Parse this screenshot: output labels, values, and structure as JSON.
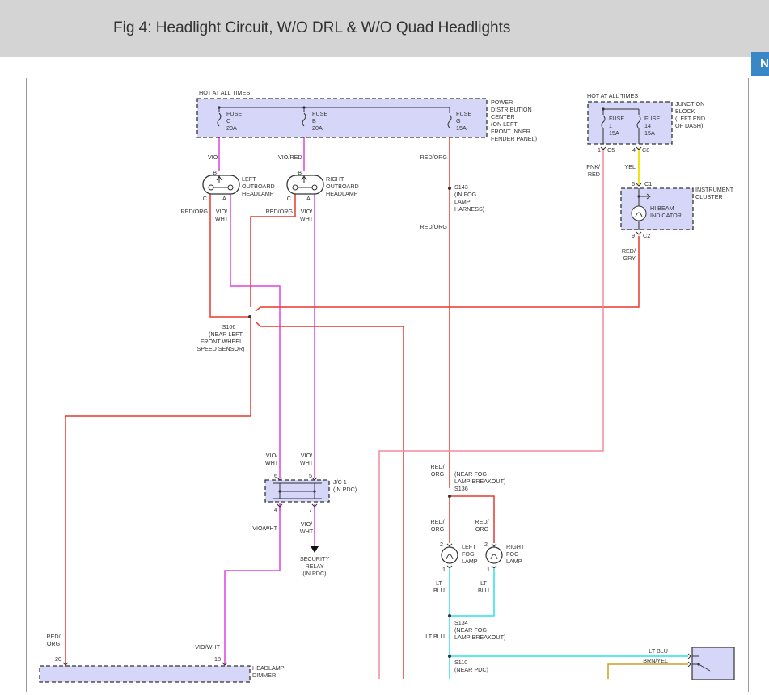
{
  "header": {
    "title": "Fig 4: Headlight Circuit, W/O DRL & W/O Quad Headlights",
    "next_label": "N"
  },
  "pdc": {
    "hot_label": "HOT AT ALL TIMES",
    "fuse_c": [
      "FUSE",
      "C",
      "20A"
    ],
    "fuse_b": [
      "FUSE",
      "B",
      "20A"
    ],
    "fuse_g": [
      "FUSE",
      "G",
      "15A"
    ],
    "name": [
      "POWER",
      "DISTRIBUTION",
      "CENTER",
      "(ON LEFT",
      "FRONT INNER",
      "FENDER PANEL)"
    ]
  },
  "junction_block": {
    "hot_label": "HOT AT ALL TIMES",
    "fuse_1": [
      "FUSE",
      "1",
      "15A"
    ],
    "fuse_14": [
      "FUSE",
      "14",
      "15A"
    ],
    "name": [
      "JUNCTION",
      "BLOCK",
      "(LEFT END",
      "OF DASH)"
    ],
    "pin_1": "1",
    "conn_c5": "C5",
    "pin_4": "4",
    "conn_c8": "C8"
  },
  "wires": {
    "vio": "VIO",
    "vio_red": "VIO/RED",
    "red_org_g1": "RED/ORG",
    "red_org_g2": "RED/ORG",
    "pnk_red": [
      "PNK/",
      "RED"
    ],
    "yel": "YEL",
    "red_org_l": "RED/ORG",
    "vio_wht_l": [
      "VIO/",
      "WHT"
    ],
    "red_org_r": "RED/ORG",
    "vio_wht_r": [
      "VIO/",
      "WHT"
    ],
    "red_gry": [
      "RED/",
      "GRY"
    ],
    "vio_wht_jc6": [
      "VIO/",
      "WHT"
    ],
    "vio_wht_jc5": [
      "VIO/",
      "WHT"
    ],
    "vio_wht_jc4": "VIO/WHT",
    "vio_wht_jc7": [
      "VIO/",
      "WHT"
    ],
    "red_org_s136": [
      "RED/",
      "ORG"
    ],
    "red_org_lf": [
      "RED/",
      "ORG"
    ],
    "red_org_rf": [
      "RED/",
      "ORG"
    ],
    "lt_blu_lf": [
      "LT",
      "BLU"
    ],
    "lt_blu_rf": [
      "LT",
      "BLU"
    ],
    "lt_blu_s134": "LT BLU",
    "lt_blu_right": "LT BLU",
    "brn_yel": "BRN/YEL",
    "red_org_dim": [
      "RED/",
      "ORG"
    ],
    "vio_wht_dim": "VIO/WHT"
  },
  "left_headlamp": {
    "name": [
      "LEFT",
      "OUTBOARD",
      "HEADLAMP"
    ],
    "pin_b": "B",
    "pin_c": "C",
    "pin_a": "A"
  },
  "right_headlamp": {
    "name": [
      "RIGHT",
      "OUTBOARD",
      "HEADLAMP"
    ],
    "pin_b": "B",
    "pin_c": "C",
    "pin_a": "A"
  },
  "cluster": {
    "pin_6": "6",
    "c1": "C1",
    "pin_9": "9",
    "c2": "C2",
    "indicator": [
      "HI BEAM",
      "INDICATOR"
    ],
    "name": [
      "INSTRUMENT",
      "CLUSTER"
    ]
  },
  "splices": {
    "s143": [
      "S143",
      "(IN FOG",
      "LAMP",
      "HARNESS)"
    ],
    "s106": [
      "S106",
      "(NEAR LEFT",
      "FRONT WHEEL",
      "SPEED SENSOR)"
    ],
    "s136": [
      "(NEAR FOG",
      "LAMP BREAKOUT)",
      "S136"
    ],
    "s134": [
      "S134",
      "(NEAR FOG",
      "LAMP BREAKOUT)"
    ],
    "s110": [
      "S110",
      "(NEAR PDC)"
    ]
  },
  "jc1": {
    "name": [
      "J/C 1",
      "(IN PDC)"
    ],
    "pin_6": "6",
    "pin_5": "5",
    "pin_4": "4",
    "pin_7": "7"
  },
  "security_relay": [
    "SECURITY",
    "RELAY",
    "(IN PDC)"
  ],
  "fog_left": {
    "name": [
      "LEFT",
      "FOG",
      "LAMP"
    ],
    "pin_2": "2",
    "pin_1": "1"
  },
  "fog_right": {
    "name": [
      "RIGHT",
      "FOG",
      "LAMP"
    ],
    "pin_2": "2",
    "pin_1": "1"
  },
  "dimmer": {
    "name": [
      "HEADLAMP",
      "DIMMER"
    ],
    "pin_20": "20",
    "pin_18": "18"
  },
  "colors": {
    "red": "#e8392b",
    "magenta": "#e040e0",
    "pink": "#f08c9c",
    "yellow": "#f2e21a",
    "cyan": "#28e0f0",
    "brown": "#c8a020",
    "component_fill": "#d6d6f8"
  }
}
